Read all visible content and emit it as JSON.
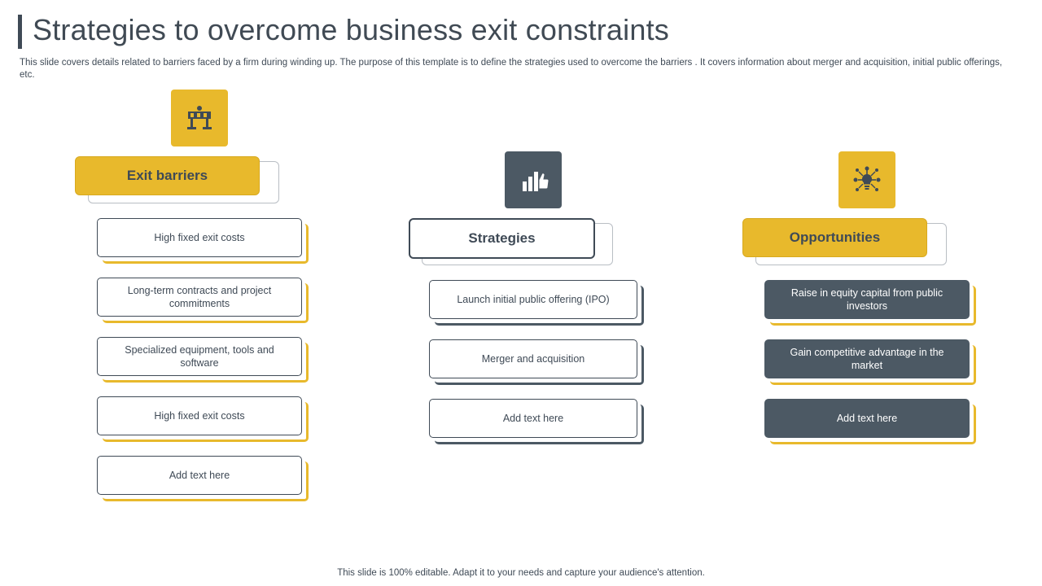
{
  "header": {
    "title": "Strategies to overcome business exit constraints",
    "subtitle": "This slide covers details related to barriers faced by a firm during winding up. The purpose of this template is to define the strategies used to overcome the barriers . It covers information about merger and acquisition, initial public offerings, etc."
  },
  "colors": {
    "accent_yellow": "#e8b92c",
    "dark_slate": "#4c5964",
    "text": "#3f4a56"
  },
  "columns": [
    {
      "icon": "road-barrier-icon",
      "icon_style": "yellow",
      "header": "Exit barriers",
      "header_style": "yellow",
      "items": [
        "High fixed exit costs",
        "Long-term contracts and project commitments",
        "Specialized equipment, tools and software",
        "High fixed exit costs",
        "Add text here"
      ],
      "item_style": "white"
    },
    {
      "icon": "bar-chart-thumbs-up-icon",
      "icon_style": "grey",
      "header": "Strategies",
      "header_style": "white",
      "items": [
        "Launch initial public offering (IPO)",
        "Merger and acquisition",
        "Add text here"
      ],
      "item_style": "white"
    },
    {
      "icon": "network-idea-icon",
      "icon_style": "yellow",
      "header": "Opportunities",
      "header_style": "yellow",
      "items": [
        "Raise in equity capital from public investors",
        "Gain competitive advantage in the market",
        "Add text here"
      ],
      "item_style": "grey"
    }
  ],
  "footer": {
    "note": "This slide is 100% editable. Adapt it to your needs and capture your audience's attention."
  }
}
